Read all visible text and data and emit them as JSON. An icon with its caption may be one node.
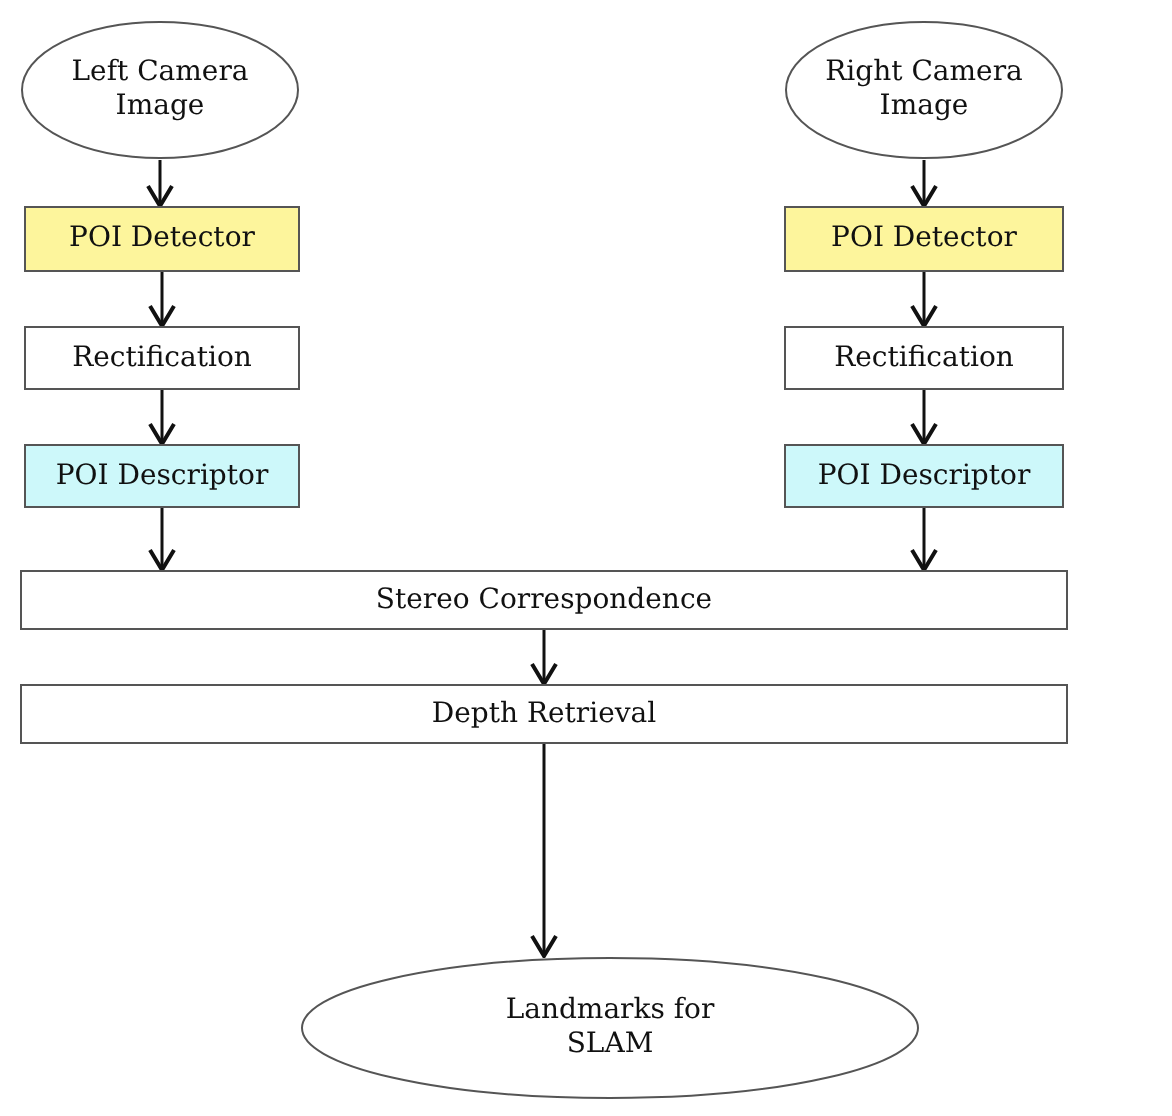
{
  "diagram": {
    "nodes": [
      {
        "text": [
          "Left Camera Image"
        ]
      },
      {
        "text": [
          "Right Camera Image"
        ]
      },
      {
        "text": [
          "POI Detector"
        ]
      },
      {
        "text": [
          "POI Detector"
        ]
      },
      {
        "text": [
          "Rectification"
        ]
      },
      {
        "text": [
          "Rectification"
        ]
      },
      {
        "text": [
          "POI Descriptor"
        ]
      },
      {
        "text": [
          "POI Descriptor"
        ]
      },
      {
        "text": [
          "Stereo Correspondence"
        ]
      },
      {
        "text": [
          "Depth Retrieval"
        ]
      },
      {
        "text": [
          "Landmarks for SLAM"
        ]
      }
    ],
    "edges": [
      {
        "from": 0,
        "to": 2,
        "arrow": "to"
      },
      {
        "from": 1,
        "to": 3,
        "arrow": "to"
      },
      {
        "from": 2,
        "to": 4,
        "arrow": "to"
      },
      {
        "from": 3,
        "to": 5,
        "arrow": "to"
      },
      {
        "from": 4,
        "to": 6,
        "arrow": "to"
      },
      {
        "from": 5,
        "to": 7,
        "arrow": "to"
      },
      {
        "from": 6,
        "to": 8,
        "arrow": "to"
      },
      {
        "from": 7,
        "to": 8,
        "arrow": "to"
      },
      {
        "from": 8,
        "to": 9,
        "arrow": "to"
      },
      {
        "from": 9,
        "to": 10,
        "arrow": "to"
      }
    ]
  }
}
